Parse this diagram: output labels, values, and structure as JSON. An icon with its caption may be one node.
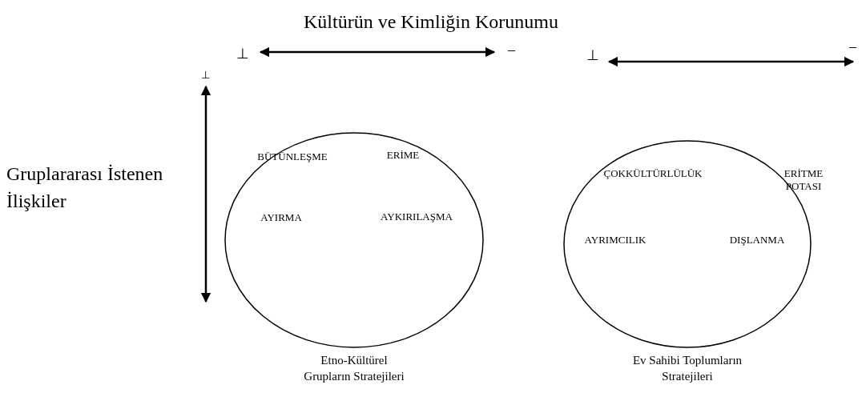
{
  "diagram": {
    "nodes": [
      {
        "text": [
          "BÜTÜNLEŞME",
          "ERİME",
          "AYIRMA",
          "AYKIRILAŞMA"
        ],
        "beside": [
          "Etno-Kültürel Grupların Stratejileri"
        ]
      },
      {
        "text": [
          "ÇOKKÜLTÜRLÜLÜK",
          "ERİTME POTASI",
          "AYRIMCILIK",
          "DIŞLANMA"
        ],
        "beside": [
          "Ev Sahibi Toplumların Stratejileri"
        ]
      }
    ],
    "edges": [],
    "labels": [
      "Kültürün ve Kimliğin Korunumu",
      "⊥",
      "–",
      "⊥",
      "–",
      "⊥",
      "Gruplararası İstenen İlişkiler"
    ]
  }
}
